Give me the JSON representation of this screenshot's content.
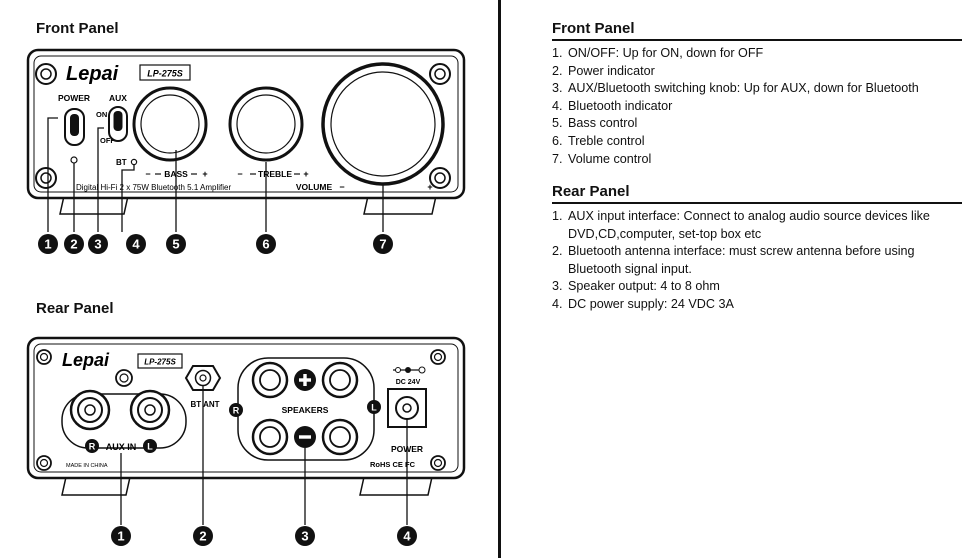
{
  "front_panel": {
    "title": "Front Panel",
    "brand": "Lepai",
    "model": "LP-275S",
    "labels": {
      "power": "POWER",
      "on": "ON",
      "off": "OFF",
      "aux": "AUX",
      "bt": "BT",
      "bass": "BASS",
      "treble": "TREBLE",
      "volume": "VOLUME",
      "minus": "−",
      "plus": "+",
      "caption": "Digital Hi-Fi 2 x 75W Bluetooth 5.1 Amplifier"
    },
    "callouts": [
      "1",
      "2",
      "3",
      "4",
      "5",
      "6",
      "7"
    ],
    "items": [
      {
        "n": "1.",
        "text": "ON/OFF: Up for ON, down for OFF"
      },
      {
        "n": "2.",
        "text": "Power indicator"
      },
      {
        "n": "3.",
        "text": "AUX/Bluetooth switching knob: Up for AUX, down for Bluetooth"
      },
      {
        "n": "4.",
        "text": "Bluetooth indicator"
      },
      {
        "n": "5.",
        "text": "Bass control"
      },
      {
        "n": "6.",
        "text": "Treble control"
      },
      {
        "n": "7.",
        "text": "Volume control"
      }
    ]
  },
  "rear_panel": {
    "title": "Rear Panel",
    "brand": "Lepai",
    "model": "LP-275S",
    "labels": {
      "r": "R",
      "l": "L",
      "aux_in": "AUX IN",
      "bt_ant": "BT ANT",
      "speakers": "SPEAKERS",
      "dc": "DC 24V",
      "power": "POWER",
      "made_in": "MADE IN CHINA",
      "cert": "RoHS CE FC"
    },
    "callouts": [
      "1",
      "2",
      "3",
      "4"
    ],
    "items": [
      {
        "n": "1.",
        "text": "AUX input interface: Connect to analog audio source devices like DVD,CD,computer, set-top box etc"
      },
      {
        "n": "2.",
        "text": "Bluetooth antenna interface: must screw antenna before using Bluetooth signal input."
      },
      {
        "n": "3.",
        "text": "Speaker output: 4 to 8 ohm"
      },
      {
        "n": "4.",
        "text": "DC power supply: 24 VDC 3A"
      }
    ]
  },
  "colors": {
    "ink": "#111111",
    "background": "#ffffff",
    "knob_fill": "#ffffff"
  }
}
